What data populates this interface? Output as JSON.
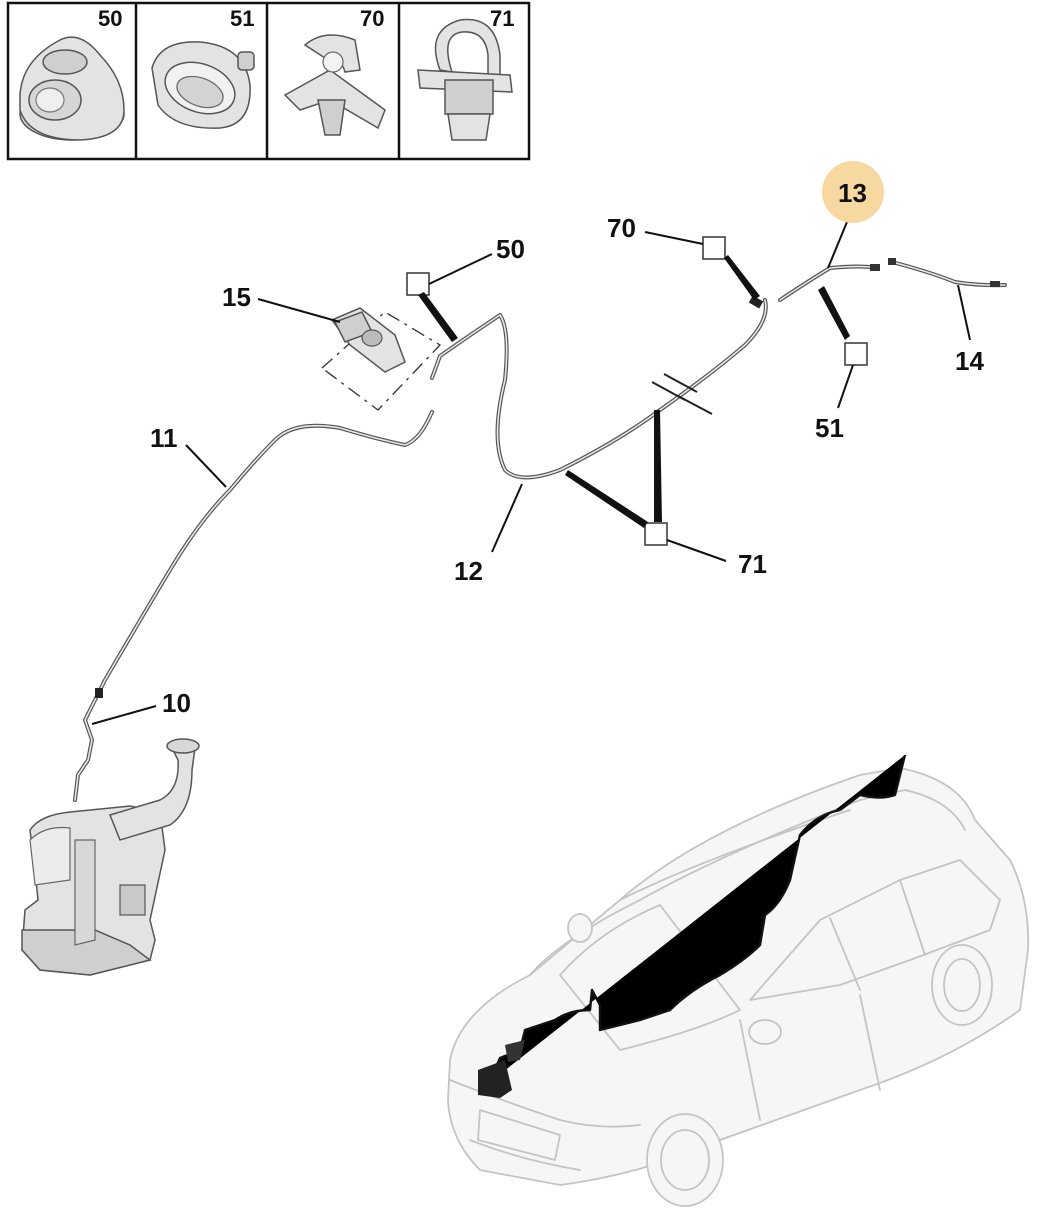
{
  "thumbnails": [
    {
      "ref": "50",
      "icon": "grommet-icon"
    },
    {
      "ref": "51",
      "icon": "oval-clip-icon"
    },
    {
      "ref": "70",
      "icon": "pipe-clip-icon"
    },
    {
      "ref": "71",
      "icon": "strap-clip-icon"
    }
  ],
  "callouts": {
    "c10": "10",
    "c11": "11",
    "c12": "12",
    "c13": "13",
    "c14": "14",
    "c15": "15",
    "c50": "50",
    "c51": "51",
    "c70": "70",
    "c71": "71"
  },
  "colors": {
    "highlight": "#f7d8a0",
    "line": "#111111",
    "hose": "#555555",
    "car_outline": "#c4c4c4"
  }
}
